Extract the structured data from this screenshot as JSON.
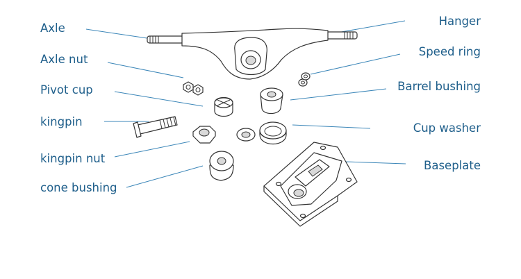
{
  "labels": {
    "axle": "Axle",
    "axle_nut": "Axle nut",
    "pivot_cup": "Pivot cup",
    "kingpin": "kingpin",
    "kingpin_nut": "kingpin nut",
    "cone_bushing": "cone bushing",
    "hanger": "Hanger",
    "speed_ring": "Speed ring",
    "barrel_bushing": "Barrel bushing",
    "cup_washer": "Cup washer",
    "baseplate": "Baseplate"
  }
}
